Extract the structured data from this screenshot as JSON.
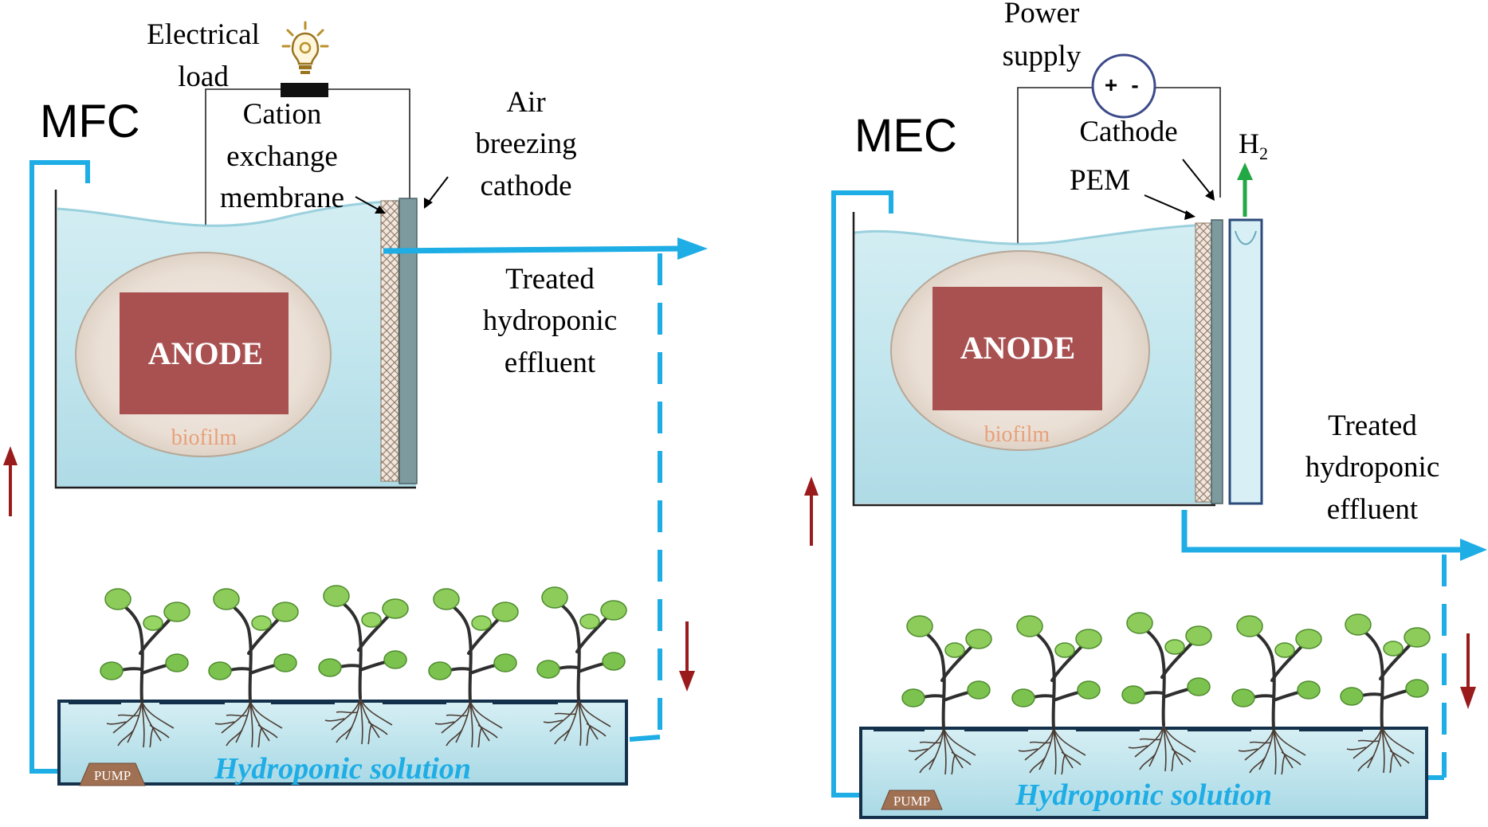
{
  "mfc": {
    "title": "MFC",
    "electrical_load_line1": "Electrical",
    "electrical_load_line2": "load",
    "cem_line1": "Cation",
    "cem_line2": "exchange",
    "cem_line3": "membrane",
    "cathode_line1": "Air",
    "cathode_line2": "breezing",
    "cathode_line3": "cathode",
    "anode": "ANODE",
    "biofilm": "biofilm",
    "effluent_line1": "Treated",
    "effluent_line2": "hydroponic",
    "effluent_line3": "effluent",
    "pump": "PUMP",
    "solution": "Hydroponic solution"
  },
  "mec": {
    "title": "MEC",
    "power_line1": "Power",
    "power_line2": "supply",
    "plus": "+",
    "minus": "-",
    "cathode": "Cathode",
    "pem": "PEM",
    "h2": "H",
    "h2_sub": "2",
    "anode": "ANODE",
    "biofilm": "biofilm",
    "effluent_line1": "Treated",
    "effluent_line2": "hydroponic",
    "effluent_line3": "effluent",
    "pump": "PUMP",
    "solution": "Hydroponic solution"
  },
  "colors": {
    "pipe": "#1EADE5",
    "anode": "#A95151",
    "flow_arrow": "#9A1B1B",
    "h2_arrow": "#22A845",
    "biofilm": "#E8A07A",
    "leaf": "#7CC24E",
    "pump": "#A07052"
  }
}
